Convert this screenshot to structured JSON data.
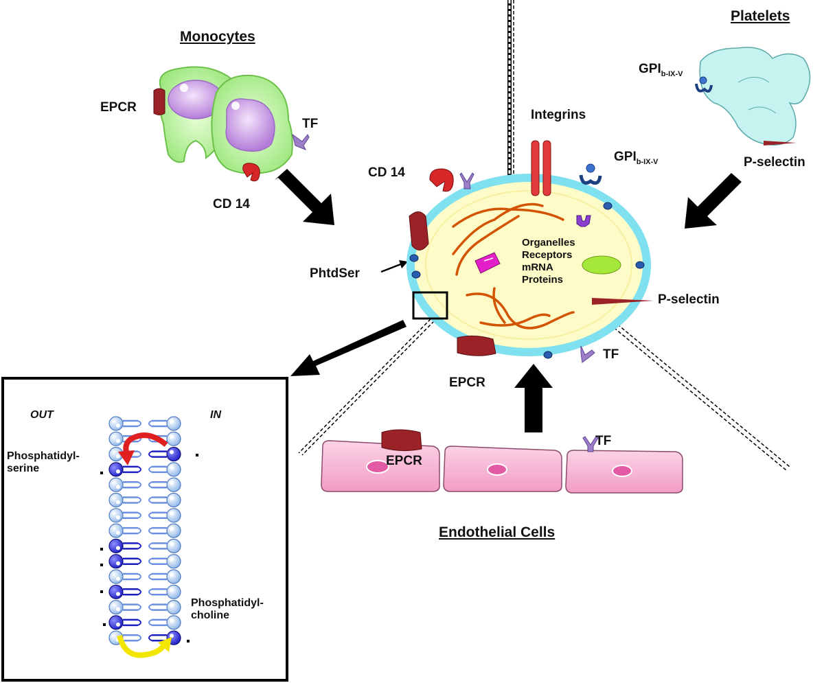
{
  "titles": {
    "monocytes": "Monocytes",
    "platelets": "Platelets",
    "endothelial": "Endothelial Cells"
  },
  "labels": {
    "epcr_monocyte": "EPCR",
    "tf_monocyte": "TF",
    "cd14_monocyte": "CD 14",
    "gpi_platelet_main": "GPI",
    "gpi_platelet_sub": "b-IX-V",
    "pselectin_platelet": "P-selectin",
    "integrins": "Integrins",
    "cd14_mp": "CD 14",
    "gpi_mp_main": "GPI",
    "gpi_mp_sub": "b-IX-V",
    "phtdser": "PhtdSer",
    "pselectin_mp": "P-selectin",
    "tf_mp": "TF",
    "epcr_mp": "EPCR",
    "epcr_endo": "EPCR",
    "tf_endo": "TF",
    "cargo": [
      "Organelles",
      "Receptors",
      "mRNA",
      "Proteins"
    ]
  },
  "inset": {
    "out": "OUT",
    "in": "IN",
    "ps_line1": "Phosphatidyl-",
    "ps_line2": "serine",
    "pc_line1": "Phosphatidyl-",
    "pc_line2": "choline"
  },
  "colors": {
    "membrane": "#7fe0f0",
    "cytoplasm": "#fdfbc8",
    "epcr": "#9b2226",
    "cd14": "#d62828",
    "tf": "#9d7fc9",
    "integrin": "#e03a3a",
    "monocyte": "#b6f59a",
    "platelet": "#c6f3f0",
    "endothelial": "#f7b6d2",
    "phospholipid_light": "#a8c8f0",
    "phospholipid_dark": "#2b2bd6",
    "flip_arrow": "#e02020",
    "flop_arrow": "#f2e600"
  }
}
